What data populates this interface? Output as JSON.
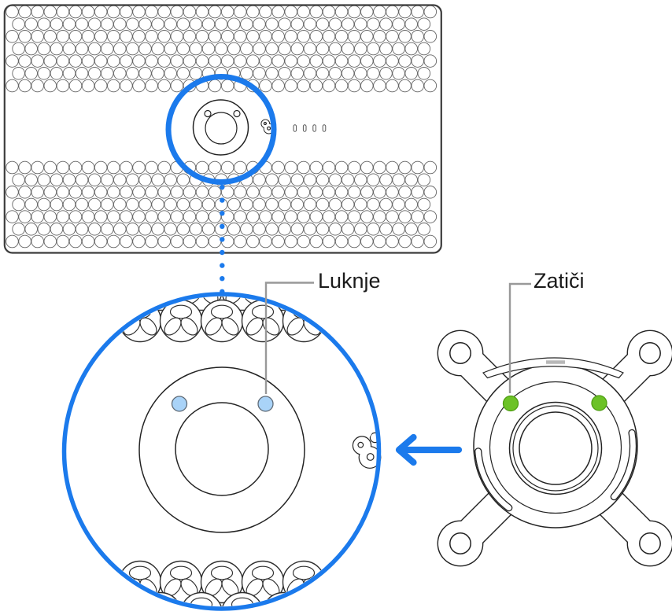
{
  "figure": {
    "labels": {
      "holes": "Luknje",
      "pins": "Zatiči"
    },
    "colors": {
      "accent_blue": "#1B7AEC",
      "hole_fill": "#A9D3F8",
      "hole_stroke": "#5F6B77",
      "pin_fill": "#6CC227",
      "pin_stroke": "#4F9E12",
      "leader_gray": "#999999",
      "ink": "#232323"
    },
    "parts": {
      "display": "display-back-panel",
      "magnified": "mount-recess-magnified-view",
      "adapter": "vesa-mount-adapter",
      "arrow_direction": "left"
    }
  }
}
